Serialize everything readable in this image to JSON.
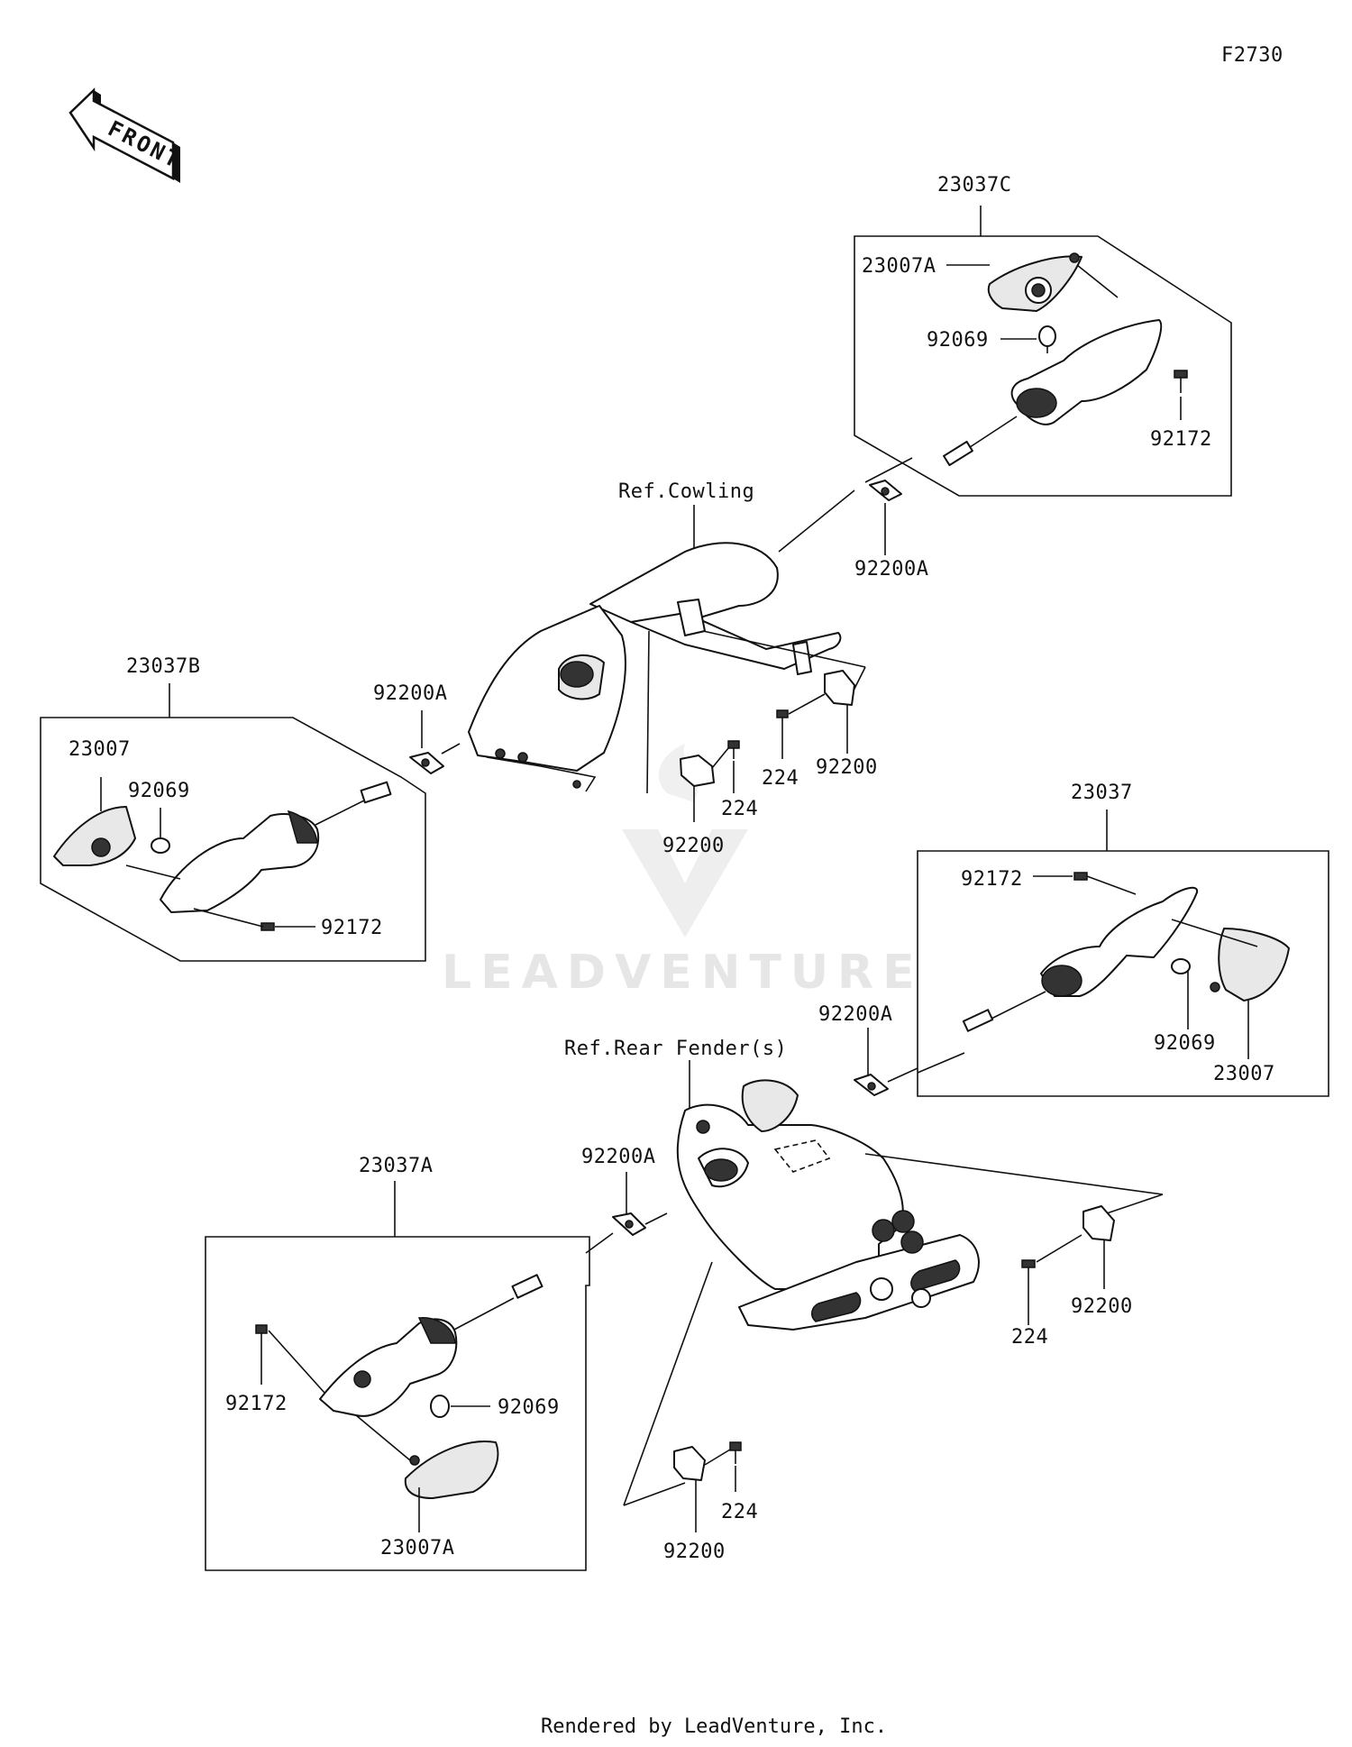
{
  "diagram": {
    "code": "F2730",
    "front_label": "FRONT",
    "watermark": "LEADVENTURE",
    "footer": "Rendered by LeadVenture, Inc.",
    "refs": {
      "cowling": "Ref.Cowling",
      "rear_fender": "Ref.Rear Fender(s)"
    },
    "callouts": {
      "a_23037C": "23037C",
      "a_23007A_top": "23007A",
      "a_92069_top": "92069",
      "a_92172_top": "92172",
      "a_92200A_top": "92200A",
      "a_23037B": "23037B",
      "a_23007_left": "23007",
      "a_92069_left": "92069",
      "a_92172_left": "92172",
      "a_92200A_left": "92200A",
      "a_224_mid1": "224",
      "a_92200_mid1": "92200",
      "a_224_mid2": "224",
      "a_92200_mid2": "92200",
      "a_23037": "23037",
      "a_92172_right": "92172",
      "a_92069_right": "92069",
      "a_23007_right": "23007",
      "a_92200A_right": "92200A",
      "a_23037A": "23037A",
      "a_92200A_low": "92200A",
      "a_92172_low": "92172",
      "a_92069_low": "92069",
      "a_23007A_low": "23007A",
      "a_224_low1": "224",
      "a_92200_low1": "92200",
      "a_224_low2": "224",
      "a_92200_low2": "92200"
    }
  }
}
